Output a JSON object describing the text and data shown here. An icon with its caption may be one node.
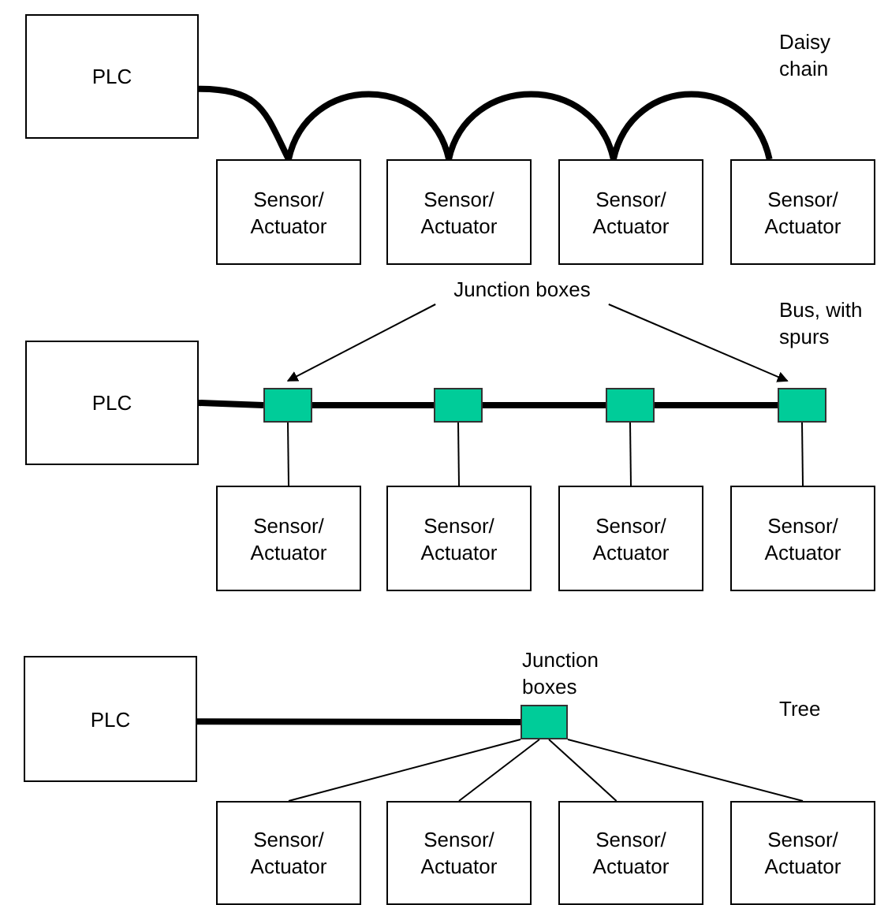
{
  "diagram": {
    "nodes": [
      {
        "text": [
          "PLC"
        ]
      },
      {
        "text": [
          "Sensor/ Actuator"
        ]
      },
      {
        "text": [
          "Sensor/ Actuator"
        ]
      },
      {
        "text": [
          "Sensor/ Actuator"
        ]
      },
      {
        "text": [
          "Sensor/ Actuator"
        ]
      },
      {
        "text": [
          "Junction boxes"
        ]
      },
      {
        "text": [
          "PLC"
        ]
      },
      {
        "text": [],
        "shape": "box"
      },
      {
        "text": [],
        "shape": "box"
      },
      {
        "text": [],
        "shape": "box"
      },
      {
        "text": [],
        "shape": "box"
      },
      {
        "text": [
          "Sensor/ Actuator"
        ]
      },
      {
        "text": [
          "Sensor/ Actuator"
        ]
      },
      {
        "text": [
          "Sensor/ Actuator"
        ]
      },
      {
        "text": [
          "Sensor/ Actuator"
        ]
      },
      {
        "text": [
          "PLC"
        ]
      },
      {
        "text": [],
        "shape": "box",
        "beside": [
          "Junction boxes"
        ]
      },
      {
        "text": [
          "Sensor/ Actuator"
        ]
      },
      {
        "text": [
          "Sensor/ Actuator"
        ]
      },
      {
        "text": [
          "Sensor/ Actuator"
        ]
      },
      {
        "text": [
          "Sensor/ Actuator"
        ]
      }
    ],
    "edges": [
      {
        "from": 0,
        "to": 1,
        "arrow": "none",
        "style": "thick"
      },
      {
        "from": 1,
        "to": 2,
        "arrow": "none",
        "style": "thick"
      },
      {
        "from": 2,
        "to": 3,
        "arrow": "none",
        "style": "thick"
      },
      {
        "from": 3,
        "to": 4,
        "arrow": "none",
        "style": "thick"
      },
      {
        "from": 5,
        "to": 7,
        "arrow": "to"
      },
      {
        "from": 5,
        "to": 10,
        "arrow": "to"
      },
      {
        "from": 6,
        "to": 7,
        "arrow": "none",
        "style": "thick"
      },
      {
        "from": 7,
        "to": 8,
        "arrow": "none",
        "style": "thick"
      },
      {
        "from": 8,
        "to": 9,
        "arrow": "none",
        "style": "thick"
      },
      {
        "from": 9,
        "to": 10,
        "arrow": "none",
        "style": "thick"
      },
      {
        "from": 7,
        "to": 11,
        "arrow": "none"
      },
      {
        "from": 8,
        "to": 12,
        "arrow": "none"
      },
      {
        "from": 9,
        "to": 13,
        "arrow": "none"
      },
      {
        "from": 10,
        "to": 14,
        "arrow": "none"
      },
      {
        "from": 15,
        "to": 16,
        "arrow": "none",
        "style": "thick"
      },
      {
        "from": 16,
        "to": 17,
        "arrow": "none"
      },
      {
        "from": 16,
        "to": 18,
        "arrow": "none"
      },
      {
        "from": 16,
        "to": 19,
        "arrow": "none"
      },
      {
        "from": 16,
        "to": 20,
        "arrow": "none"
      }
    ],
    "labels": [
      "Daisy chain",
      "Bus, with spurs",
      "Tree"
    ]
  }
}
